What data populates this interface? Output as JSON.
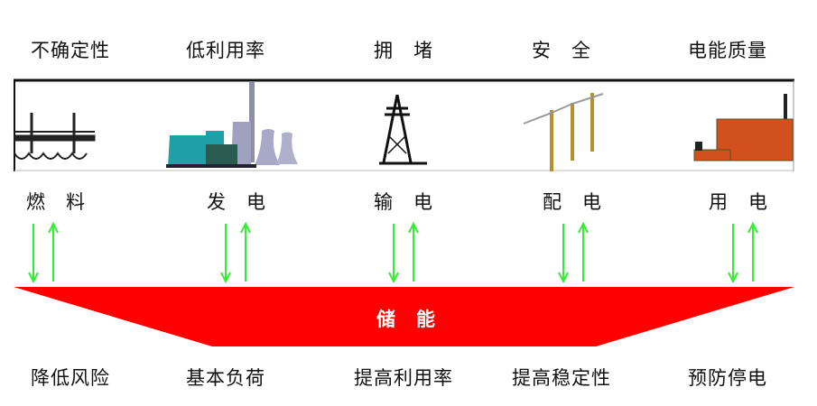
{
  "problems": [
    "不确定性",
    "低利用率",
    "拥　堵",
    "安　全",
    "电能质量"
  ],
  "stages": [
    "燃　料",
    "发　电",
    "输　电",
    "配　电",
    "用　电"
  ],
  "storage": "储　能",
  "benefits": [
    "降低风险",
    "基本负荷",
    "提高利用率",
    "提高稳定性",
    "预防停电"
  ],
  "colors": {
    "arrow": "#33ee33",
    "storage": "#ff0000",
    "factory": "#d2501e",
    "pole": "#b8902a",
    "plant": "#1fa0a8"
  }
}
